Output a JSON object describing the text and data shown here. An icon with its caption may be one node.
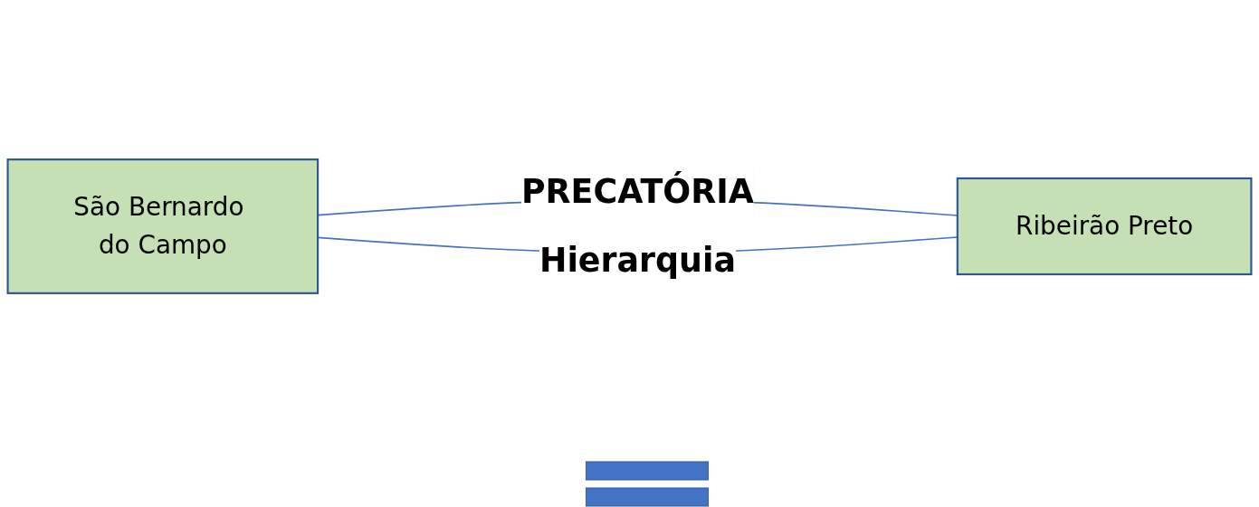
{
  "diagram": {
    "nodes": [
      {
        "text": [
          "São Bernardo do Campo"
        ]
      },
      {
        "text": [
          "Ribeirão Preto"
        ]
      }
    ],
    "edges": [
      {
        "from": 0,
        "to": 1,
        "arrow": "none",
        "label": "PRECATÓRIA"
      },
      {
        "from": 0,
        "to": 1,
        "arrow": "none",
        "label": "Hierarquia"
      }
    ]
  }
}
